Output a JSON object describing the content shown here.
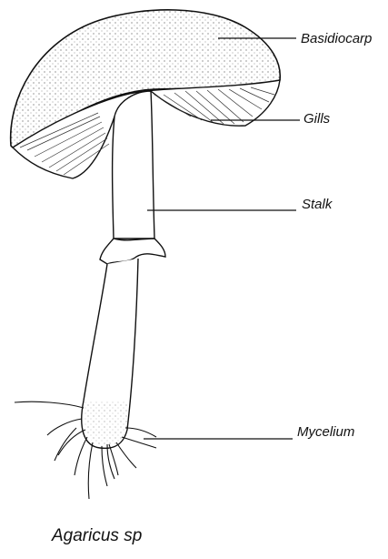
{
  "labels": {
    "basidiocarp": "Basidiocarp",
    "gills": "Gills",
    "stalk": "Stalk",
    "mycelium": "Mycelium"
  },
  "caption": "Agaricus sp",
  "colors": {
    "ink": "#111111",
    "background": "#ffffff"
  }
}
